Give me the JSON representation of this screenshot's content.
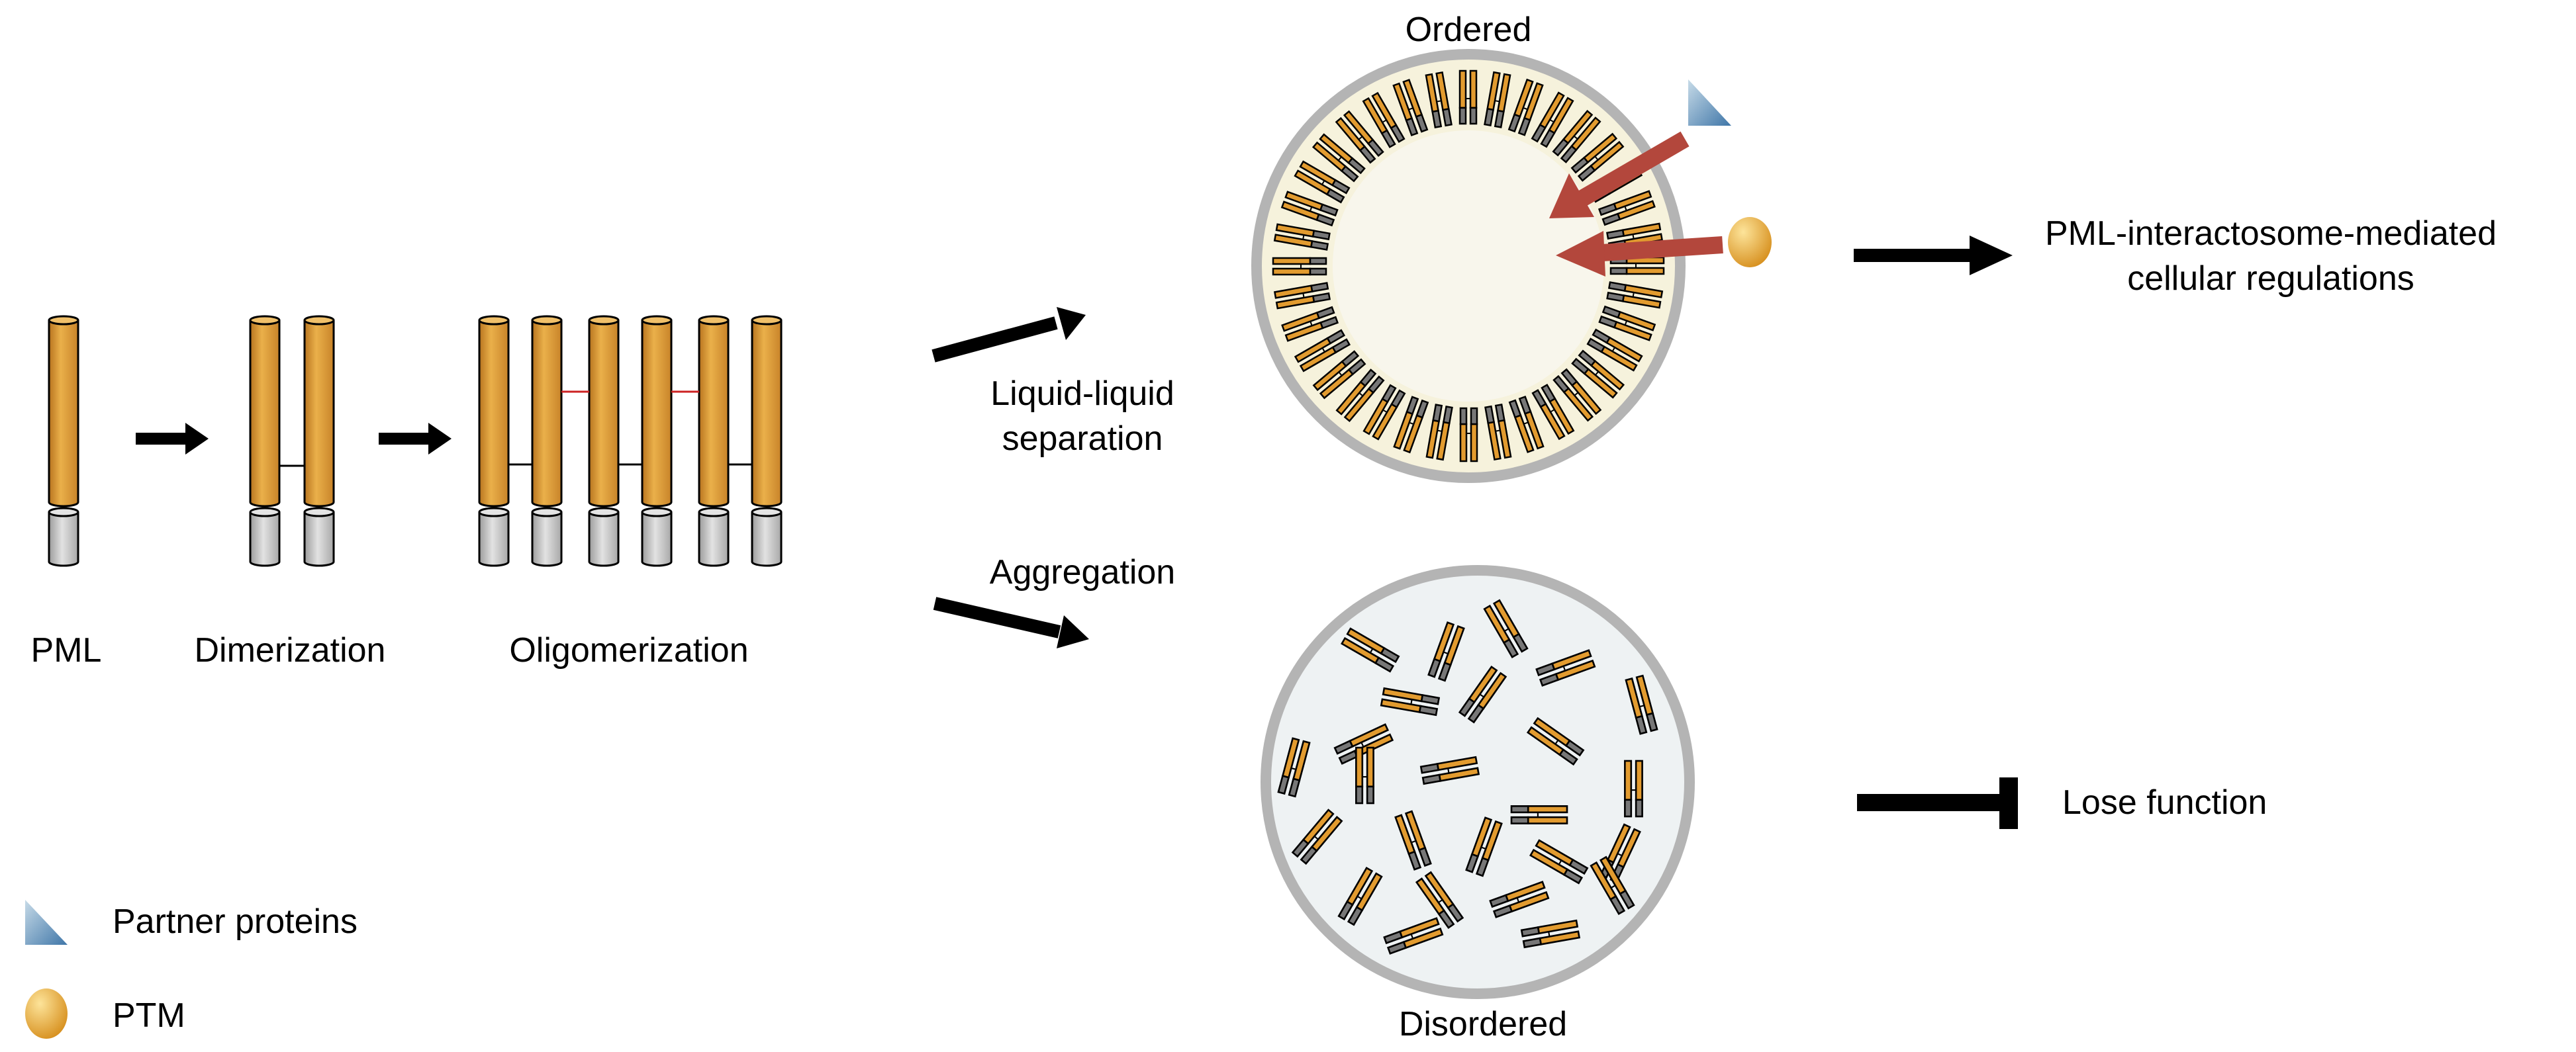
{
  "stages": {
    "pml": "PML",
    "dimerization": "Dimerization",
    "oligomerization": "Oligomerization"
  },
  "paths": {
    "llps_line1": "Liquid-liquid",
    "llps_line2": "separation",
    "aggregation": "Aggregation"
  },
  "states": {
    "ordered": "Ordered",
    "disordered": "Disordered"
  },
  "outcomes": {
    "interactosome_line1": "PML-interactosome-mediated",
    "interactosome_line2": "cellular regulations",
    "lose_function": "Lose function"
  },
  "legend": {
    "partner_proteins": {
      "label": "Partner proteins",
      "icon": "partner-protein-triangle-icon"
    },
    "ptm": {
      "label": "PTM",
      "icon": "ptm-sphere-icon"
    }
  },
  "colors": {
    "pml_body": "#d9952e",
    "pml_tail": "#c8c8c8",
    "arrow": "#000000",
    "recruit_arrow": "#b3473c",
    "link_red": "#cc2222",
    "ordered_fill": "#f6f2dc",
    "disordered_fill": "#eef2f3",
    "body_outline": "#b4b4b4",
    "partner": "#5d8fb8",
    "ptm": "#e8a93a"
  }
}
